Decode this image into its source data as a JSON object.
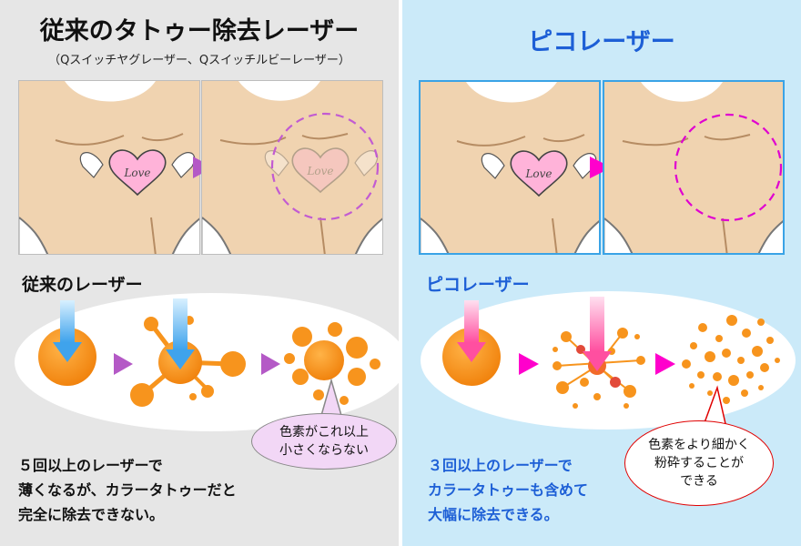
{
  "left": {
    "title": "従来のタトゥー除去レーザー",
    "subtitle": "（Qスイッチヤグレーザー、Qスイッチルビーレーザー）",
    "section_label": "従来のレーザー",
    "callout": [
      "色素がこれ以上",
      "小さくならない"
    ],
    "footer": [
      "５回以上のレーザーで",
      "薄くなるが、カラータトゥーだと",
      "完全に除去できない。"
    ]
  },
  "right": {
    "title": "ピコレーザー",
    "section_label": "ピコレーザー",
    "callout": [
      "色素をより細かく",
      "粉砕することが",
      "できる"
    ],
    "footer": [
      "３回以上のレーザーで",
      "カラータトゥーも含めて",
      "大幅に除去できる。"
    ]
  },
  "tattoo_text": "Love",
  "colors": {
    "left_bg": "#e6e6e6",
    "right_bg": "#cbeaf9",
    "pico_blue": "#1d5fd6",
    "pigment_orange": "#f7941d",
    "arrow_purple": "#b459c6",
    "arrow_magenta": "#ff00cc",
    "callout_red": "#e00000"
  },
  "icons": [
    "body-shoulder-illustration",
    "heart-tattoo-icon",
    "laser-beam-arrow-icon",
    "pigment-particle-icon",
    "step-arrow-icon"
  ]
}
